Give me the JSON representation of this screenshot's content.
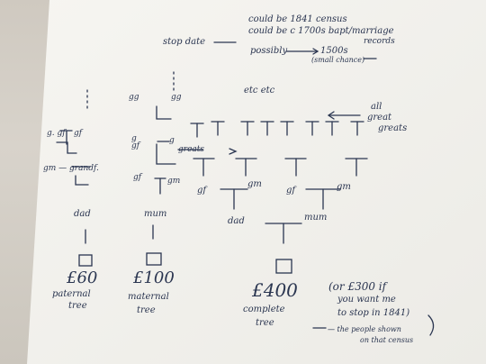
{
  "notes": {
    "stop_date": "stop date",
    "could_be_1841": "could be 1841 census",
    "could_be_1700s": "could be c 1700s bapt/marriage",
    "records": "records",
    "possibly": "possibly",
    "c1500s": "1500s",
    "small_chance": "(small chance)",
    "etc": "etc etc",
    "all": "all",
    "great": "great",
    "greats": "greats",
    "greats2": "greats"
  },
  "labels": {
    "gg": "gg",
    "gf": "gf",
    "gm": "gm",
    "g_gf": "g. gf",
    "g": "g",
    "gm_grandf": "gm — grandf.",
    "dad": "dad",
    "mum": "mum"
  },
  "prices": {
    "paternal_price": "£60",
    "paternal_l1": "paternal",
    "paternal_l2": "tree",
    "maternal_price": "£100",
    "maternal_l1": "maternal",
    "maternal_l2": "tree",
    "complete_price": "£400",
    "complete_l1": "complete",
    "complete_l2": "tree",
    "alt_l1": "(or £300 if",
    "alt_l2": "you want me",
    "alt_l3": "to stop in 1841)",
    "alt_l4": "— the people shown",
    "alt_l5": "on that census"
  },
  "colors": {
    "ink": "#2a3550",
    "paper": "#f4f3ef"
  }
}
